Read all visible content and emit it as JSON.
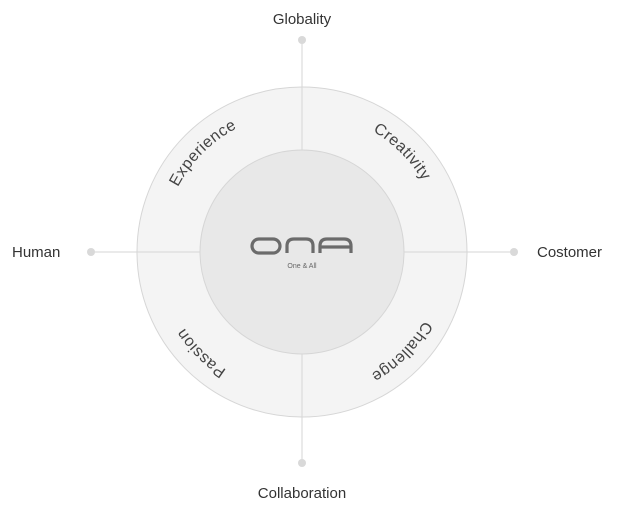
{
  "center": {
    "logo_text": "ONA",
    "subtitle": "One & All"
  },
  "axes": {
    "top": "Globality",
    "bottom": "Collaboration",
    "left": "Human",
    "right": "Costomer"
  },
  "quadrants": {
    "top_left": "Experience",
    "top_right": "Creativity",
    "bottom_left": "Passion",
    "bottom_right": "Challenge"
  },
  "colors": {
    "outer_ring": "#f4f4f4",
    "inner_circle": "#e8e8e8",
    "stroke": "#d6d6d6",
    "dot": "#d9d9d9",
    "logo": "#6b6b6b"
  }
}
